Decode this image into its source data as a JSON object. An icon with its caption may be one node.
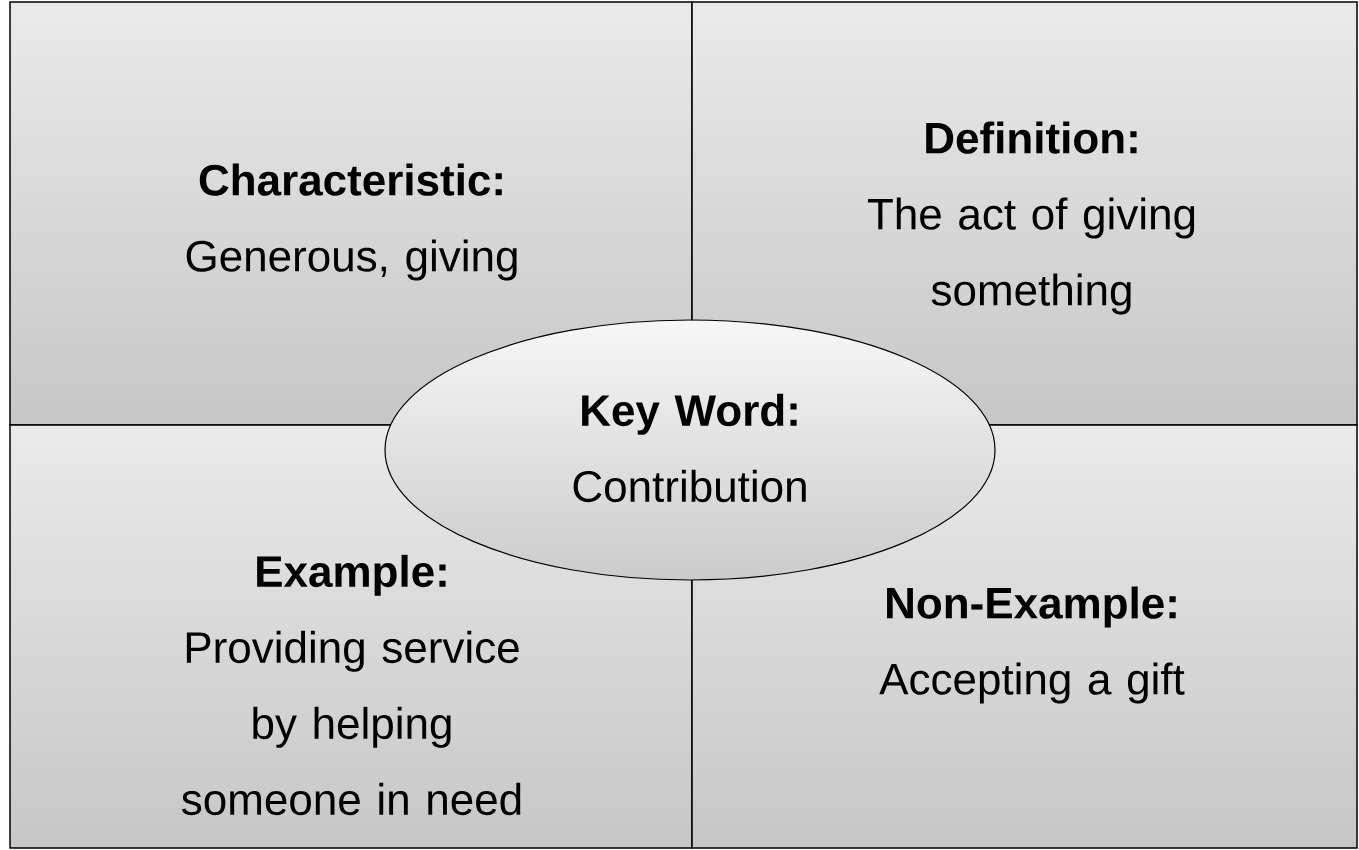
{
  "diagram": {
    "nodes": [
      {
        "text": [
          "Characteristic:",
          "Generous, giving"
        ]
      },
      {
        "text": [
          "Definition:",
          "The act of giving something"
        ]
      },
      {
        "text": [
          "Key Word:",
          "Contribution"
        ]
      },
      {
        "text": [
          "Example:",
          "Providing service by helping someone in need"
        ]
      },
      {
        "text": [
          "Non-Example:",
          "Accepting a gift"
        ]
      }
    ]
  }
}
